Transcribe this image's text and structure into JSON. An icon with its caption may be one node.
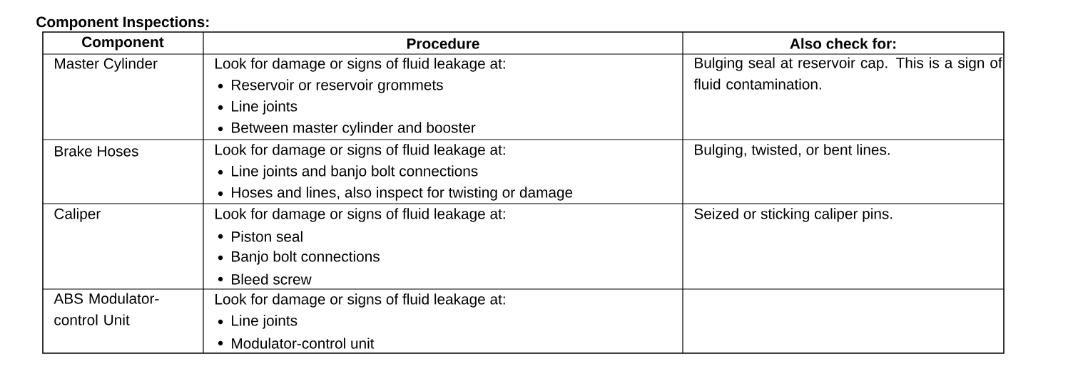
{
  "diagram": {
    "title": "Component Inspections:",
    "labels": [
      "Component",
      "Procedure",
      "Also check for:",
      "Master Cylinder",
      "Look for damage or signs of fluid leakage at:",
      "Reservoir or reservoir grommets",
      "Line joints",
      "Between master cylinder and booster",
      "Bulging seal at reservoir cap. This is a sign of fluid contamination.",
      "Brake Hoses",
      "Look for damage or signs of fluid leakage at:",
      "Line joints and banjo bolt connections",
      "Hoses and lines, also inspect for twisting or damage",
      "Bulging, twisted, or bent lines.",
      "Caliper",
      "Look for damage or signs of fluid leakage at:",
      "Piston seal",
      "Banjo bolt connections",
      "Bleed screw",
      "Seized or sticking caliper pins.",
      "ABS Modulator-control Unit",
      "Look for damage or signs of fluid leakage at:",
      "Line joints",
      "Modulator-control unit"
    ]
  }
}
